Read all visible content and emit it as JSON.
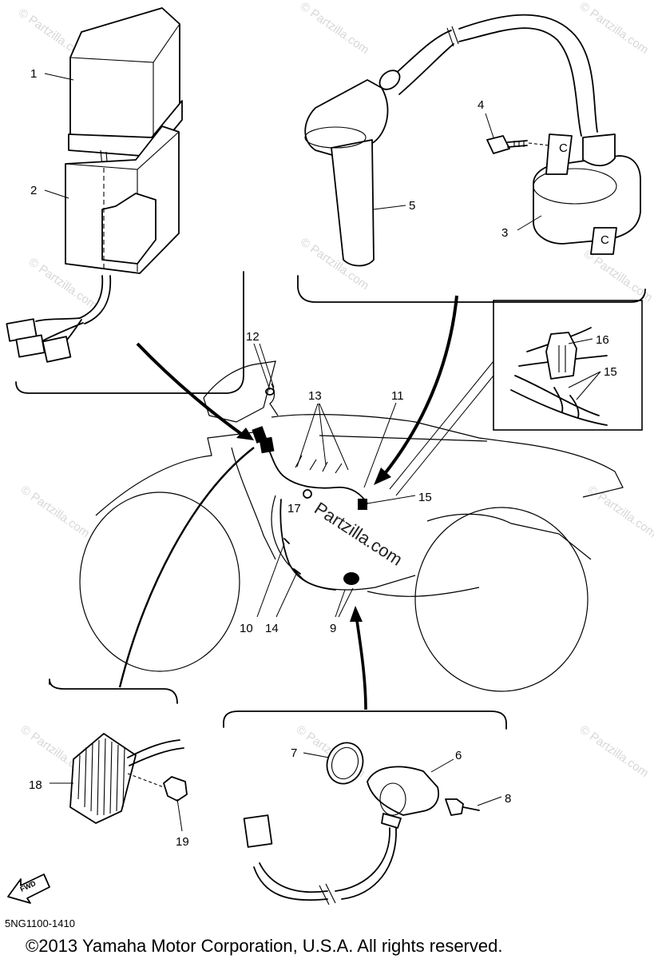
{
  "diagram": {
    "part_code": "5NG1100-1410",
    "copyright": "©2013 Yamaha Motor Corporation, U.S.A. All rights reserved.",
    "watermark_center": "Partzilla.com",
    "watermark_tile": "© Partzilla.com",
    "fwd_arrow_label": "FWD",
    "coil_marks": [
      "C",
      "C"
    ],
    "callouts": [
      "1",
      "2",
      "3",
      "4",
      "5",
      "6",
      "7",
      "8",
      "9",
      "10",
      "11",
      "12",
      "13",
      "14",
      "15",
      "15",
      "16",
      "17",
      "18",
      "19"
    ]
  },
  "colors": {
    "line": "#000000",
    "background": "#ffffff",
    "watermark": "#d8d8d8"
  }
}
